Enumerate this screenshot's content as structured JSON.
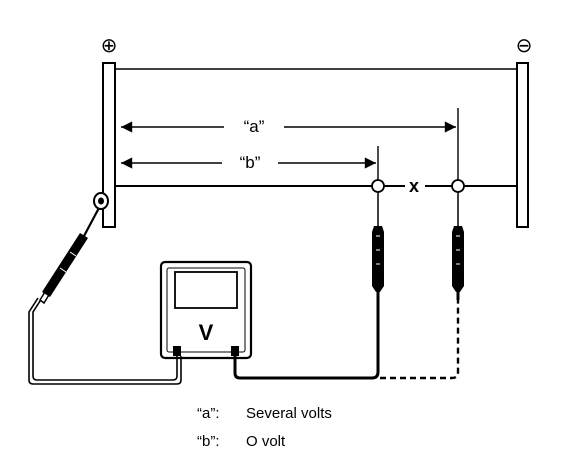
{
  "terminals": {
    "positive": "⊕",
    "negative": "⊖"
  },
  "dimensions": {
    "a_label": "“a”",
    "b_label": "“b”"
  },
  "break_mark": "x",
  "meter": {
    "symbol": "V"
  },
  "legend": [
    {
      "key": "“a”:",
      "text": "Several volts"
    },
    {
      "key": "“b”:",
      "text": "O volt"
    }
  ],
  "colors": {
    "line": "#000000",
    "background": "#ffffff"
  }
}
